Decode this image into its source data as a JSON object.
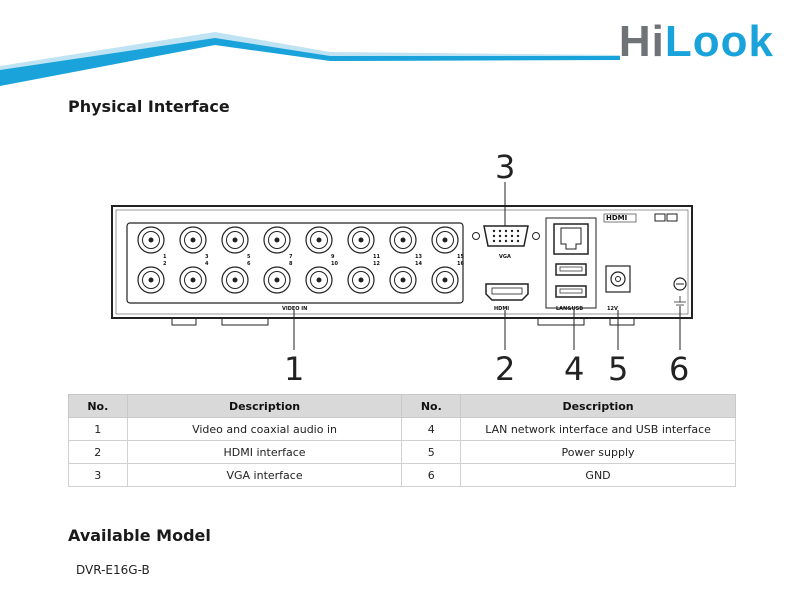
{
  "brand": {
    "logo_text_hi": "Hi",
    "logo_text_look": "Look",
    "brand_blue": "#1aa3da",
    "brand_grey": "#6f7378"
  },
  "sections": {
    "physical_interface": "Physical Interface",
    "available_model": "Available Model"
  },
  "device": {
    "panel_labels": {
      "video_in": "VIDEO IN",
      "vga": "VGA",
      "hdmi": "HDMI",
      "lan_usb": "LAN&USB",
      "power": "12V",
      "hdmi_logo": "HDMI"
    },
    "bnc_numbers_top": [
      "1",
      "3",
      "5",
      "7",
      "9",
      "11",
      "13",
      "15"
    ],
    "bnc_numbers_bottom": [
      "2",
      "4",
      "6",
      "8",
      "10",
      "12",
      "14",
      "16"
    ],
    "callouts": [
      "1",
      "2",
      "3",
      "4",
      "5",
      "6"
    ]
  },
  "table": {
    "headers": [
      "No.",
      "Description",
      "No.",
      "Description"
    ],
    "rows": [
      [
        "1",
        "Video and coaxial audio in",
        "4",
        "LAN network interface and USB interface"
      ],
      [
        "2",
        "HDMI interface",
        "5",
        "Power supply"
      ],
      [
        "3",
        "VGA interface",
        "6",
        "GND"
      ]
    ]
  },
  "model": {
    "name": "DVR-E16G-B"
  }
}
